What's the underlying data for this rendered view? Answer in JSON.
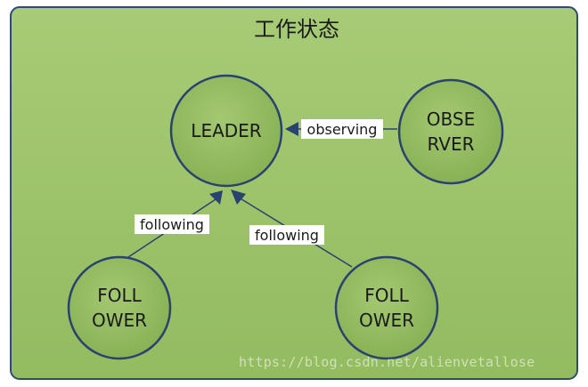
{
  "title": "工作状态",
  "nodes": [
    {
      "id": "leader",
      "lines": [
        "LEADER"
      ]
    },
    {
      "id": "observer",
      "lines": [
        "OBSE",
        "RVER"
      ]
    },
    {
      "id": "follower1",
      "lines": [
        "FOLL",
        "OWER"
      ]
    },
    {
      "id": "follower2",
      "lines": [
        "FOLL",
        "OWER"
      ]
    }
  ],
  "edges": [
    {
      "from": "observer",
      "to": "leader",
      "label": "observing"
    },
    {
      "from": "follower1",
      "to": "leader",
      "label": "following"
    },
    {
      "from": "follower2",
      "to": "leader",
      "label": "following"
    }
  ],
  "watermark": "https://blog.csdn.net/alienvetallose",
  "colors": {
    "panel_fill": "#9cc26a",
    "panel_border": "#2f4a7a",
    "node_fill": "#8fb85c",
    "node_border": "#2a4270",
    "edge": "#2a4270",
    "label_bg": "#ffffff",
    "text": "#1a1a1a"
  }
}
